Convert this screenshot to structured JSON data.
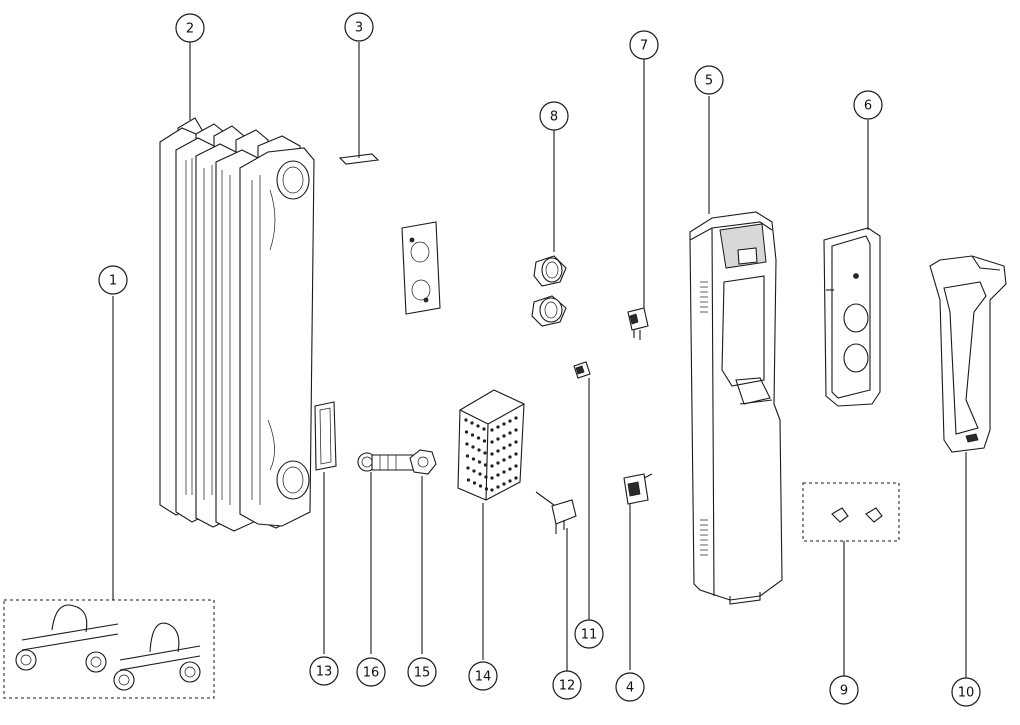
{
  "callouts": [
    {
      "id": "1",
      "label": "1",
      "part": "castor-wheel-set"
    },
    {
      "id": "2",
      "label": "2",
      "part": "radiator-fin-block"
    },
    {
      "id": "3",
      "label": "3",
      "part": "top-clip"
    },
    {
      "id": "4",
      "label": "4",
      "part": "switch"
    },
    {
      "id": "5",
      "label": "5",
      "part": "control-housing"
    },
    {
      "id": "6",
      "label": "6",
      "part": "control-panel-plate"
    },
    {
      "id": "7",
      "label": "7",
      "part": "thermal-cutout"
    },
    {
      "id": "8",
      "label": "8",
      "part": "knob-pair"
    },
    {
      "id": "9",
      "label": "9",
      "part": "clip-set"
    },
    {
      "id": "10",
      "label": "10",
      "part": "side-handle"
    },
    {
      "id": "11",
      "label": "11",
      "part": "small-connector"
    },
    {
      "id": "12",
      "label": "12",
      "part": "terminal-plug"
    },
    {
      "id": "13",
      "label": "13",
      "part": "gasket-strip"
    },
    {
      "id": "14",
      "label": "14",
      "part": "heating-element-box"
    },
    {
      "id": "15",
      "label": "15",
      "part": "heating-element-nut"
    },
    {
      "id": "16",
      "label": "16",
      "part": "heating-element-rod"
    }
  ]
}
